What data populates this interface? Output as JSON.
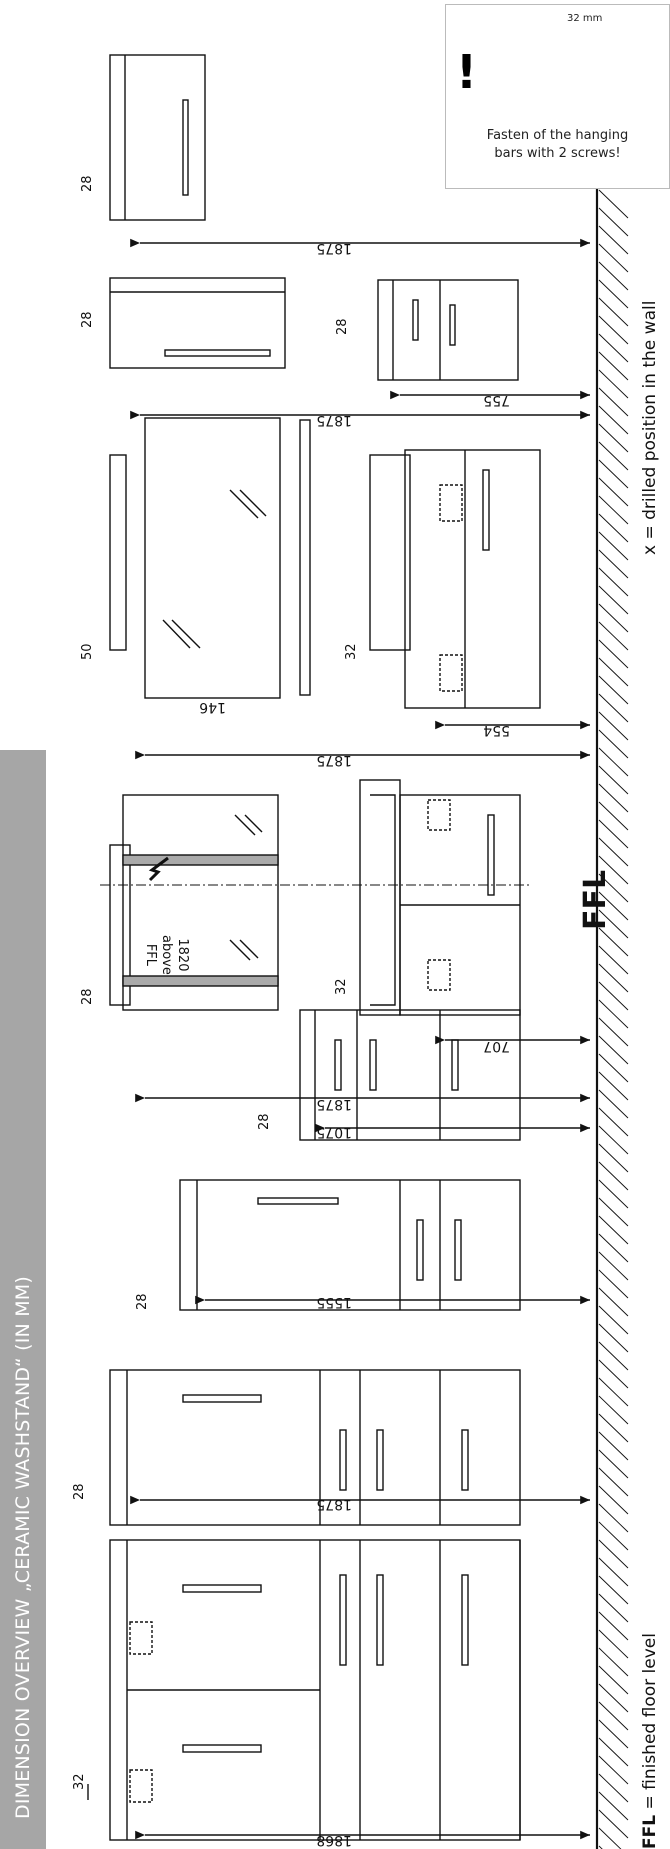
{
  "sidebar": {
    "title": "DIMENSION OVERVIEW „CERAMIC WASHSTAND“ (IN MM)"
  },
  "note": {
    "dimension": "32 mm",
    "exclamation": "!",
    "text_line1": "Fasten of the hanging",
    "text_line2": "bars with 2 screws!"
  },
  "legend": {
    "drill": "x = drilled position in the wall",
    "ffl_abbr": "FFL",
    "ffl_rest": " = finished floor level",
    "ffl_big": "FFL"
  },
  "dims": {
    "d1868": "1868",
    "d1875a": "1875",
    "d1555": "1555",
    "d1075": "1075",
    "d1875b": "1875",
    "d707": "707",
    "d1875c": "1875",
    "d554": "554",
    "d146": "146",
    "d1875d": "1875",
    "d755": "755",
    "d1875e": "1875",
    "d32a": "32",
    "d28a": "28",
    "d28b": "28",
    "d28c": "28",
    "d28d": "28",
    "d32b": "32",
    "d50": "50",
    "d32c": "32",
    "d28e": "28",
    "d28f": "28",
    "d28g": "28"
  },
  "socket": {
    "l1": "1820",
    "l2": "above",
    "l3": "FFL"
  }
}
